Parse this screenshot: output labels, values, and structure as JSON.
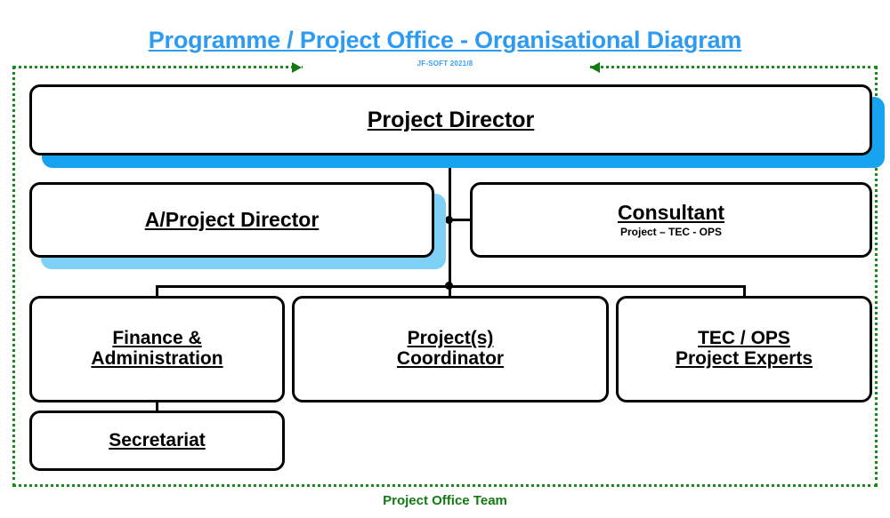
{
  "header": {
    "title": "Programme / Project Office - Organisational Diagram",
    "watermark": "JF-SOFT 2021/8"
  },
  "frame": {
    "caption": "Project Office Team",
    "border_color": "#1A8A1A",
    "caption_color": "#137A13",
    "marker_left_icon": "triangle-right-icon",
    "marker_right_icon": "triangle-left-icon"
  },
  "colors": {
    "title": "#2E9BF0",
    "shadow_primary": "#17A3F0",
    "shadow_secondary": "#7FD0F7",
    "node_border": "#000000",
    "connector": "#000000"
  },
  "chart_data": {
    "type": "diagram",
    "title": "Programme / Project Office - Organisational Diagram",
    "nodes": [
      {
        "id": "project-director",
        "label": "Project Director",
        "subtitle": "",
        "level": 1,
        "shadow": "#17A3F0"
      },
      {
        "id": "aproject-director",
        "label": "A/Project Director",
        "subtitle": "",
        "level": 2,
        "shadow": "#7FD0F7"
      },
      {
        "id": "consultant",
        "label": "Consultant",
        "subtitle": "Project – TEC - OPS",
        "level": 2,
        "shadow": ""
      },
      {
        "id": "finance",
        "label": "Finance & Administration",
        "line1": "Finance &",
        "line2": "Administration",
        "subtitle": "",
        "level": 3,
        "shadow": ""
      },
      {
        "id": "coordinator",
        "label": "Project(s) Coordinator",
        "line1": "Project(s)",
        "line2": "Coordinator",
        "subtitle": "",
        "level": 3,
        "shadow": ""
      },
      {
        "id": "experts",
        "label": "TEC / OPS Project Experts",
        "line1": "TEC / OPS",
        "line2": "Project Experts",
        "subtitle": "",
        "level": 3,
        "shadow": ""
      },
      {
        "id": "secretariat",
        "label": "Secretariat",
        "subtitle": "",
        "level": 4,
        "shadow": ""
      }
    ],
    "edges": [
      {
        "from": "project-director",
        "to": "aproject-director"
      },
      {
        "from": "project-director",
        "to": "consultant"
      },
      {
        "from": "project-director",
        "to": "finance"
      },
      {
        "from": "project-director",
        "to": "coordinator"
      },
      {
        "from": "project-director",
        "to": "experts"
      },
      {
        "from": "finance",
        "to": "secretariat"
      }
    ],
    "group": {
      "label": "Project Office Team",
      "members": [
        "project-director",
        "aproject-director",
        "consultant",
        "finance",
        "coordinator",
        "experts",
        "secretariat"
      ]
    }
  }
}
